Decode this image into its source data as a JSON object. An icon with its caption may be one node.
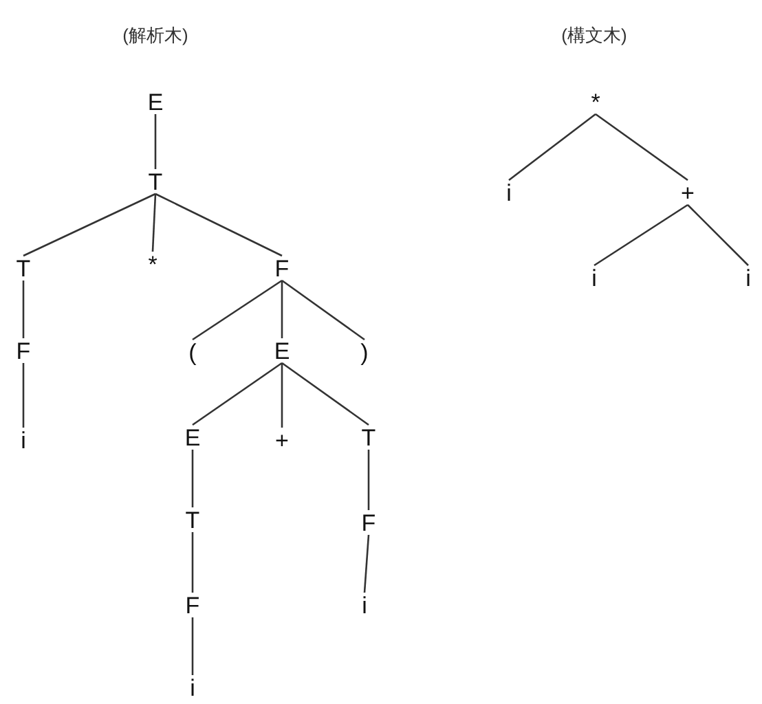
{
  "diagram": {
    "nodes": [
      {
        "text": [
          "E"
        ]
      },
      {
        "text": [
          "T"
        ]
      },
      {
        "text": [
          "T"
        ]
      },
      {
        "text": [
          "*"
        ]
      },
      {
        "text": [
          "F"
        ]
      },
      {
        "text": [
          "F"
        ]
      },
      {
        "text": [
          "("
        ]
      },
      {
        "text": [
          "E"
        ]
      },
      {
        "text": [
          ")"
        ]
      },
      {
        "text": [
          "i"
        ]
      },
      {
        "text": [
          "E"
        ]
      },
      {
        "text": [
          "+"
        ]
      },
      {
        "text": [
          "T"
        ]
      },
      {
        "text": [
          "T"
        ]
      },
      {
        "text": [
          "F"
        ]
      },
      {
        "text": [
          "F"
        ]
      },
      {
        "text": [
          "i"
        ]
      },
      {
        "text": [
          "i"
        ]
      },
      {
        "text": [
          "*"
        ]
      },
      {
        "text": [
          "i"
        ]
      },
      {
        "text": [
          "+"
        ]
      },
      {
        "text": [
          "i"
        ]
      },
      {
        "text": [
          "i"
        ]
      }
    ],
    "edges": [
      {
        "from": 0,
        "to": 1,
        "arrow": "none"
      },
      {
        "from": 1,
        "to": 2,
        "arrow": "none"
      },
      {
        "from": 1,
        "to": 3,
        "arrow": "none"
      },
      {
        "from": 1,
        "to": 4,
        "arrow": "none"
      },
      {
        "from": 2,
        "to": 5,
        "arrow": "none"
      },
      {
        "from": 5,
        "to": 9,
        "arrow": "none"
      },
      {
        "from": 4,
        "to": 6,
        "arrow": "none"
      },
      {
        "from": 4,
        "to": 7,
        "arrow": "none"
      },
      {
        "from": 4,
        "to": 8,
        "arrow": "none"
      },
      {
        "from": 7,
        "to": 10,
        "arrow": "none"
      },
      {
        "from": 7,
        "to": 11,
        "arrow": "none"
      },
      {
        "from": 7,
        "to": 12,
        "arrow": "none"
      },
      {
        "from": 10,
        "to": 13,
        "arrow": "none"
      },
      {
        "from": 13,
        "to": 15,
        "arrow": "none"
      },
      {
        "from": 15,
        "to": 17,
        "arrow": "none"
      },
      {
        "from": 12,
        "to": 14,
        "arrow": "none"
      },
      {
        "from": 14,
        "to": 16,
        "arrow": "none"
      },
      {
        "from": 18,
        "to": 19,
        "arrow": "none"
      },
      {
        "from": 18,
        "to": 20,
        "arrow": "none"
      },
      {
        "from": 20,
        "to": 21,
        "arrow": "none"
      },
      {
        "from": 20,
        "to": 22,
        "arrow": "none"
      }
    ],
    "labels": [
      "(解析木)",
      "(構文木)"
    ]
  }
}
